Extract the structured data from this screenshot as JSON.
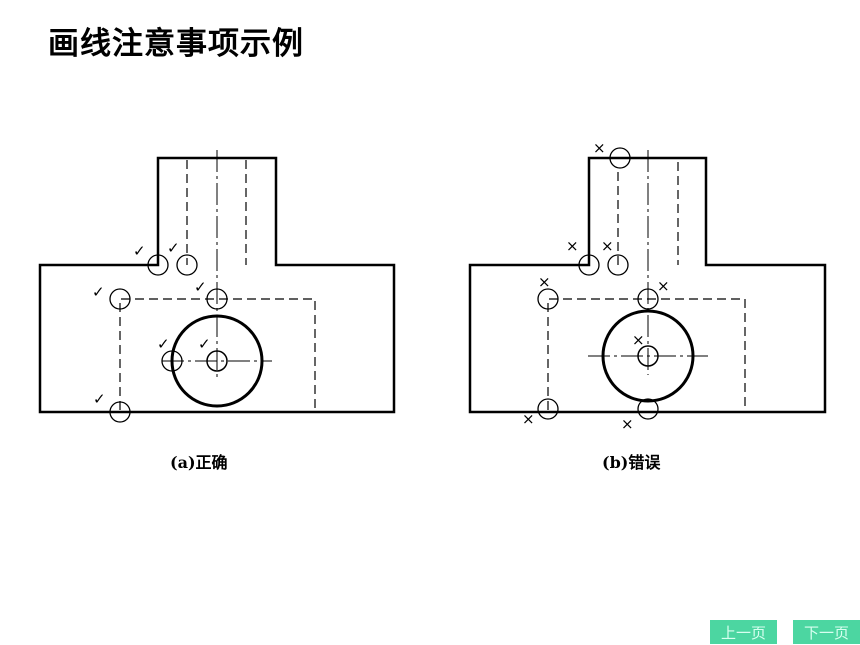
{
  "title": "画线注意事项示例",
  "diagram": {
    "left_caption": "(a)正确",
    "right_caption": "(b)错误",
    "mark_correct": "✓",
    "mark_wrong": "×"
  },
  "nav": {
    "prev_label": "上一页",
    "next_label": "下一页",
    "button_color": "#4cd6a1"
  }
}
